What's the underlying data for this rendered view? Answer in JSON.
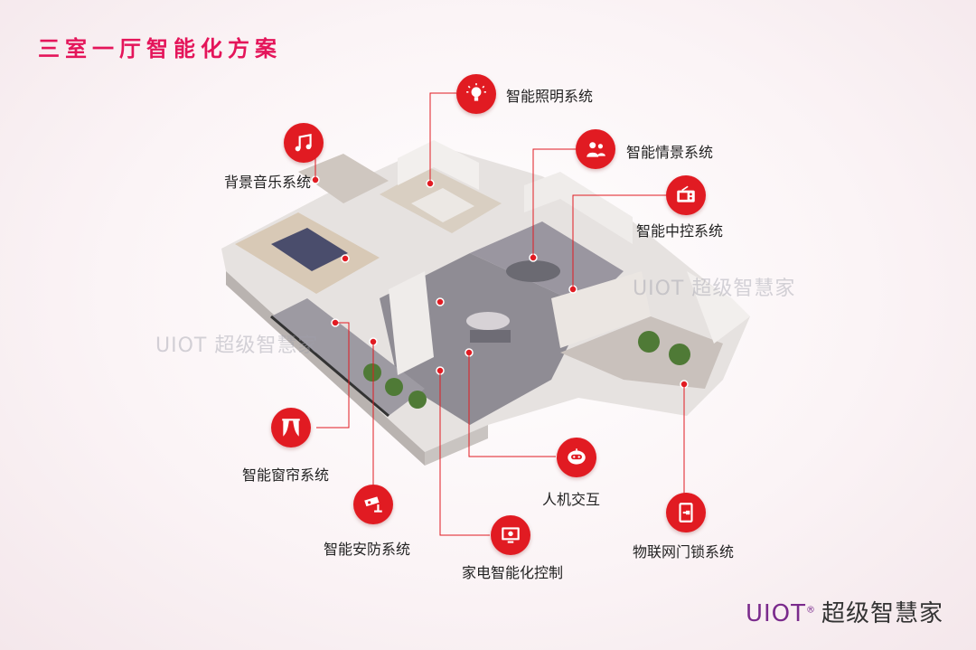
{
  "title": "三室一厅智能化方案",
  "systems": {
    "lighting": {
      "label": "智能照明系统",
      "icon": "lightbulb-icon"
    },
    "music": {
      "label": "背景音乐系统",
      "icon": "music-note-icon"
    },
    "scene": {
      "label": "智能情景系统",
      "icon": "people-scene-icon"
    },
    "control": {
      "label": "智能中控系统",
      "icon": "control-panel-icon"
    },
    "curtain": {
      "label": "智能窗帘系统",
      "icon": "curtain-icon"
    },
    "security": {
      "label": "智能安防系统",
      "icon": "camera-icon"
    },
    "appliance": {
      "label": "家电智能化控制",
      "icon": "monitor-icon"
    },
    "hmi": {
      "label": "人机交互",
      "icon": "robot-icon"
    },
    "lock": {
      "label": "物联网门锁系统",
      "icon": "door-lock-icon"
    }
  },
  "watermarks": [
    "UIOT 超级智慧家",
    "UIOT 超级智慧家"
  ],
  "brand": {
    "latin": "UIOT",
    "mark": "®",
    "chinese": "超级智慧家"
  },
  "colors": {
    "accent": "#e11b22",
    "title": "#e4155a",
    "brand": "#7a2a8c"
  }
}
